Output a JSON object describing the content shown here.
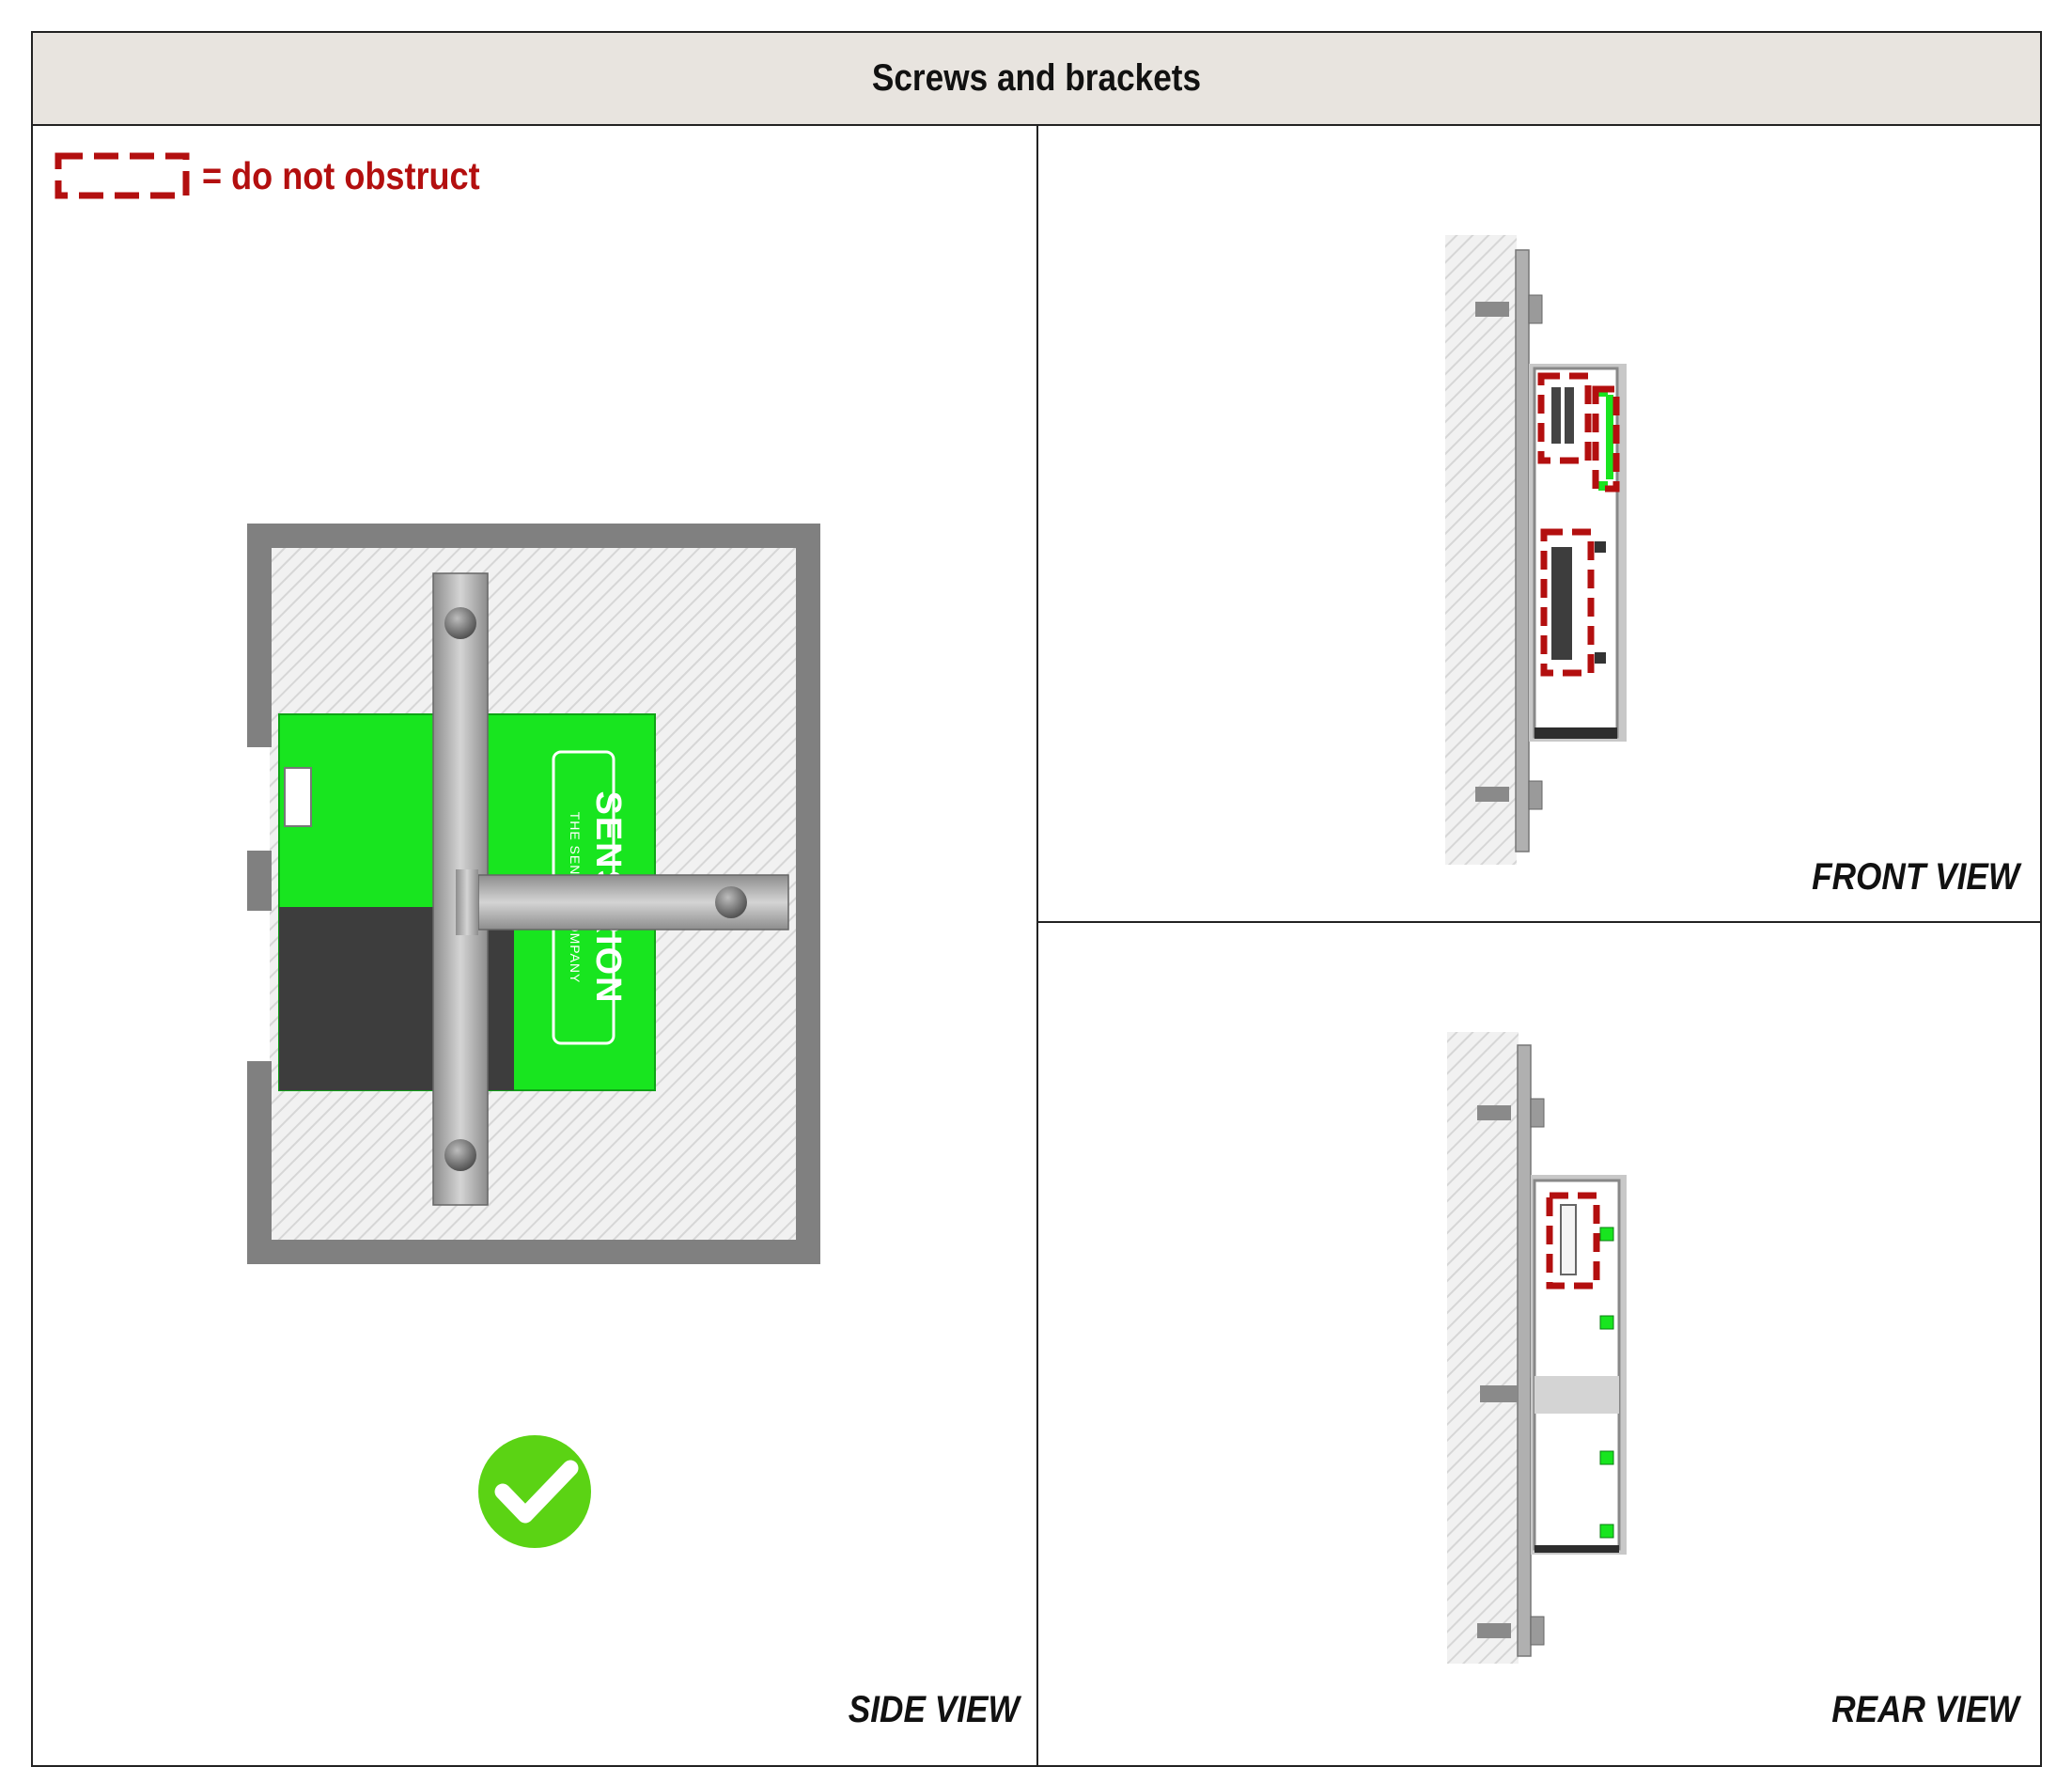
{
  "header": {
    "title": "Screws and brackets"
  },
  "legend": {
    "text": "= do not obstruct",
    "color": "#b30f0f"
  },
  "views": {
    "side": {
      "label": "SIDE VIEW"
    },
    "front": {
      "label": "FRONT VIEW"
    },
    "rear": {
      "label": "REAR VIEW"
    }
  },
  "sensor": {
    "brand_text": "SENSIRION",
    "tagline": "THE SENSOR COMPANY",
    "color": "#18e51f"
  },
  "status": {
    "icon": "checkmark-icon",
    "color": "#5bd314"
  },
  "colors": {
    "wall": "#e6e6e6",
    "bracket": "#b9b9b9",
    "enclosure": "#808080",
    "highlight": "#b30f0f"
  }
}
